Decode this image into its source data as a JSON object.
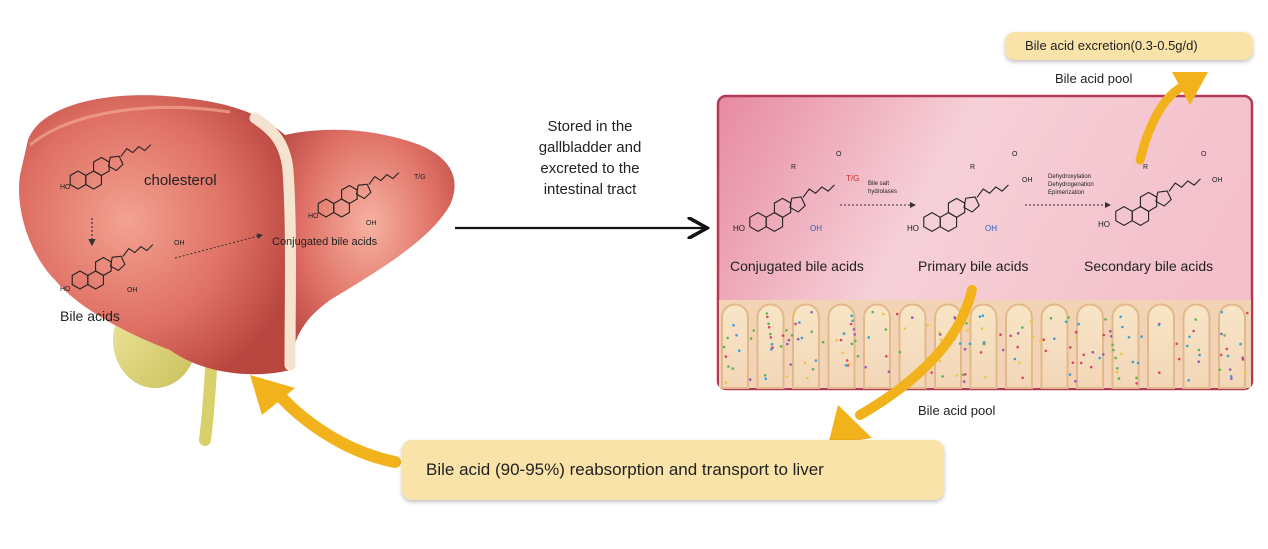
{
  "liver": {
    "cholesterol": "cholesterol",
    "bile_acids": "Bile acids",
    "conjugated": "Conjugated bile acids",
    "tg_label": "T/G",
    "oh": "OH",
    "ho": "HO"
  },
  "transport": {
    "line1": "Stored in the",
    "line2": "gallbladder and",
    "line3": "excreted to the",
    "line4": "intestinal tract"
  },
  "intestine": {
    "conjugated": "Conjugated bile acids",
    "primary": "Primary bile acids",
    "secondary": "Secondary bile acids",
    "enzyme1_l1": "Bile salt",
    "enzyme1_l2": "hydrolases",
    "enzyme2_l1": "Dehydroxylation",
    "enzyme2_l2": "Dehydrogenation",
    "enzyme2_l3": "Epimerization",
    "r": "R",
    "oh": "OH",
    "ho": "HO",
    "tg_label": "T/G",
    "o": "O"
  },
  "pool_top": "Bile acid pool",
  "pool_bottom": "Bile acid pool",
  "excretion": "Bile acid excretion(0.3-0.5g/d)",
  "reabsorption": "Bile acid (90-95%) reabsorption and transport to liver",
  "colors": {
    "liver": "#d96a5f",
    "liver_light": "#f09a8a",
    "arrow_yellow": "#f2b21b",
    "box_fill": "#f9e3a8",
    "intestine_top": "#f7c9d0",
    "intestine_border": "#b23a57",
    "oh_blue": "#2b5fb8",
    "tg_red": "#d62b2b"
  }
}
